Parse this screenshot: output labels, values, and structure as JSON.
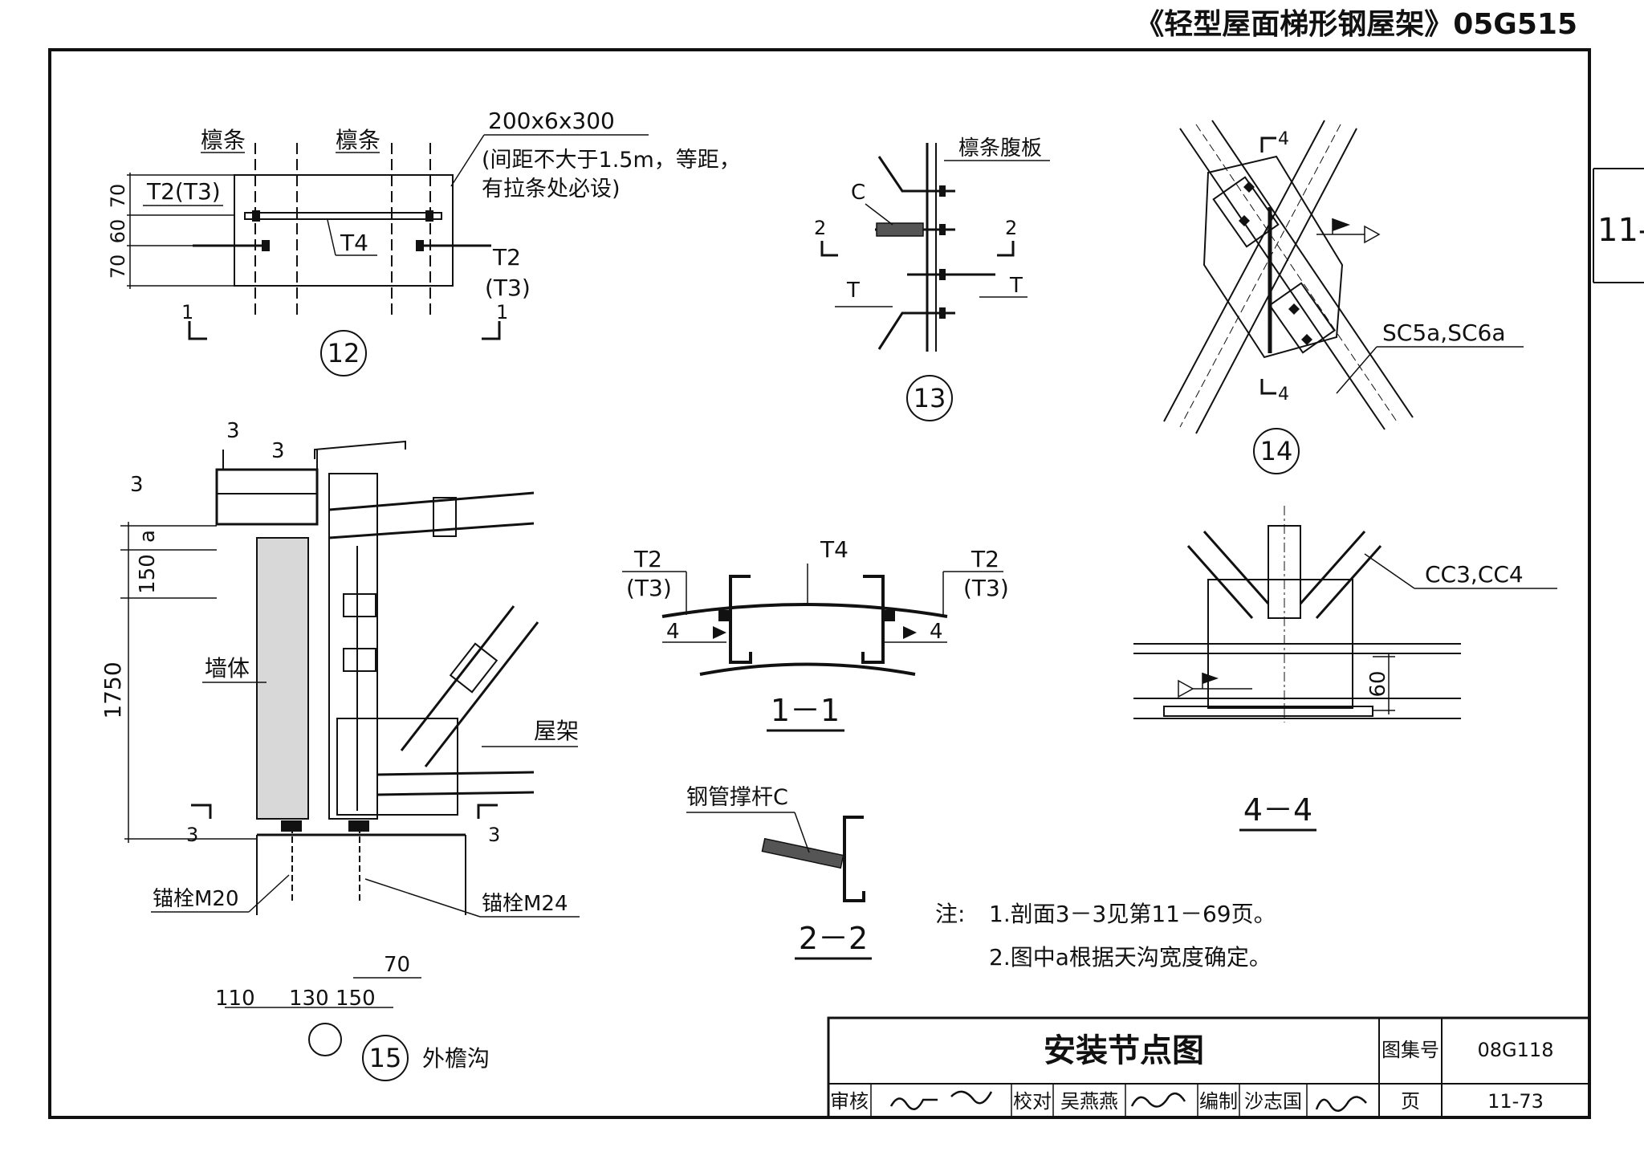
{
  "header": {
    "atlas_title": "《轻型屋面梯形钢屋架》05G515"
  },
  "side_tab": {
    "label": "11-"
  },
  "detail12": {
    "purlin_left": "檩条",
    "purlin_right": "檩条",
    "plate_spec": "200x6x300",
    "plate_note_1": "(间距不大于1.5m，等距，",
    "plate_note_2": "有拉条处必设)",
    "tie_t2_t3_left": "T2(T3)",
    "tie_t4": "T4",
    "tie_t2_right": "T2",
    "tie_t3_right": "(T3)",
    "dim_1": "70",
    "dim_2": "60",
    "dim_3": "70",
    "section_mark_left": "1",
    "section_mark_right": "1",
    "number": "12"
  },
  "detail13": {
    "web_label": "檩条腹板",
    "c_label": "C",
    "t_label_left": "T",
    "t_label_right": "T",
    "section_mark_left": "2",
    "section_mark_right": "2",
    "number": "13"
  },
  "detail14": {
    "section_mark_top": "4",
    "section_mark_bottom": "4",
    "member_label": "SC5a,SC6a",
    "number": "14"
  },
  "detail15": {
    "weld_size_top": "3",
    "weld_size_mid": "3",
    "weld_size_left": "3",
    "dim_a": "150",
    "dim_a_suffix": "a",
    "dim_height": "1750",
    "wall_label": "墙体",
    "truss_label": "屋架",
    "section_mark_left": "3",
    "section_mark_right": "3",
    "bolt_m20": "锚栓M20",
    "bolt_m24": "锚栓M24",
    "dim_70": "70",
    "dim_110": "110",
    "dim_130": "130",
    "dim_150": "150",
    "number": "15",
    "caption": "外檐沟"
  },
  "section11": {
    "t2_left": "T2",
    "t3_left": "(T3)",
    "t4": "T4",
    "t2_right": "T2",
    "t3_right": "(T3)",
    "weld_left": "4",
    "weld_right": "4",
    "title": "1－1"
  },
  "section22": {
    "strut_label": "钢管撑杆C",
    "title": "2－2"
  },
  "section44": {
    "member_label": "CC3,CC4",
    "dim_60": "60",
    "title": "4－4"
  },
  "notes": {
    "prefix": "注:",
    "line1": "1.剖面3－3见第11－69页。",
    "line2": "2.图中a根据天沟宽度确定。"
  },
  "title_block": {
    "drawing_title": "安装节点图",
    "atlas_no_label": "图集号",
    "atlas_no": "08G118",
    "review_label": "审核",
    "check_label": "校对",
    "check_name": "吴燕燕",
    "draw_label": "编制",
    "draw_name": "沙志国",
    "page_label": "页",
    "page_no": "11-73"
  }
}
